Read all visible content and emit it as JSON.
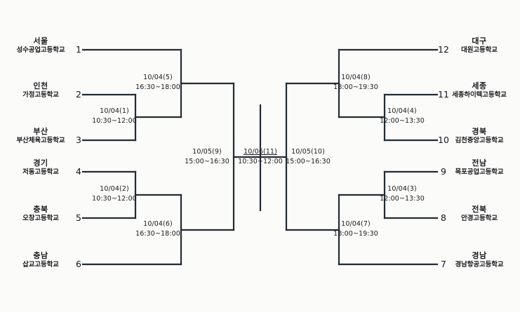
{
  "diagram": {
    "type": "single-elimination-bracket",
    "line_color": "#232b33",
    "text_color": "#1a1a1e"
  },
  "left_teams": [
    {
      "seed": "1",
      "region": "서울",
      "school": "성수공업고등학교"
    },
    {
      "seed": "2",
      "region": "인천",
      "school": "가정고등학교"
    },
    {
      "seed": "3",
      "region": "부산",
      "school": "부산체육고등학교"
    },
    {
      "seed": "4",
      "region": "경기",
      "school": "저동고등학교"
    },
    {
      "seed": "5",
      "region": "충북",
      "school": "오창고등학교"
    },
    {
      "seed": "6",
      "region": "충남",
      "school": "삽교고등학교"
    }
  ],
  "right_teams": [
    {
      "seed": "12",
      "region": "대구",
      "school": "대원고등학교"
    },
    {
      "seed": "11",
      "region": "세종",
      "school": "세종하이텍고등학교"
    },
    {
      "seed": "10",
      "region": "경북",
      "school": "김천중앙고등학교"
    },
    {
      "seed": "9",
      "region": "전남",
      "school": "목포공업고등학교"
    },
    {
      "seed": "8",
      "region": "전북",
      "school": "안경고등학교"
    },
    {
      "seed": "7",
      "region": "경남",
      "school": "경남항공고등학교"
    }
  ],
  "matches": [
    {
      "id": "m1",
      "date": "10/04(1)",
      "time": "10:30~12:00"
    },
    {
      "id": "m2",
      "date": "10/04(2)",
      "time": "10:30~12:00"
    },
    {
      "id": "m3",
      "date": "10/04(3)",
      "time": "12:00~13:30"
    },
    {
      "id": "m4",
      "date": "10/04(4)",
      "time": "12:00~13:30"
    },
    {
      "id": "m5",
      "date": "10/04(5)",
      "time": "16:30~18:00"
    },
    {
      "id": "m6",
      "date": "10/04(6)",
      "time": "16:30~18:00"
    },
    {
      "id": "m7",
      "date": "10/04(7)",
      "time": "18:00~19:30"
    },
    {
      "id": "m8",
      "date": "10/04(8)",
      "time": "18:00~19:30"
    },
    {
      "id": "m9",
      "date": "10/05(9)",
      "time": "15:00~16:30"
    },
    {
      "id": "m10",
      "date": "10/05(10)",
      "time": "15:00~16:30"
    },
    {
      "id": "m11",
      "date": "10/06(11)",
      "time": "10:30~12:00"
    }
  ]
}
